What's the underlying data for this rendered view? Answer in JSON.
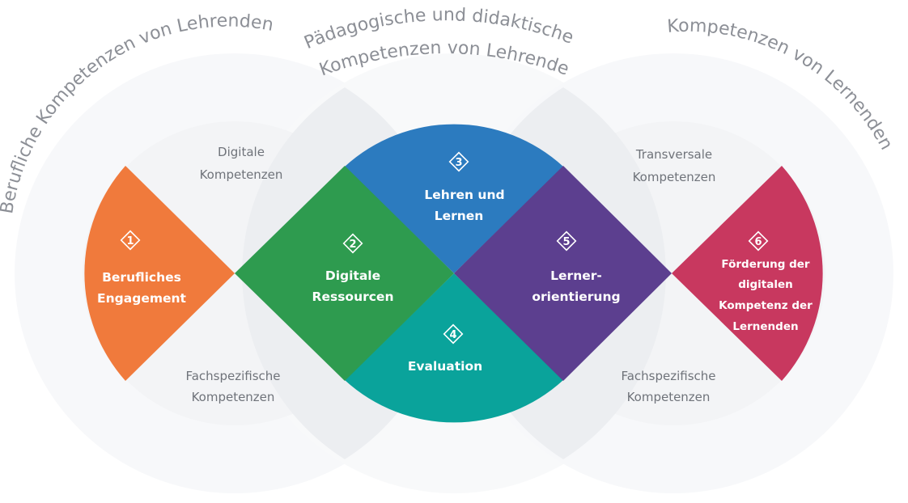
{
  "outer_labels": {
    "left": "Berufliche Kompetenzen von Lehrenden",
    "middle_line1": "Pädagogische und didaktische",
    "middle_line2": "Kompetenzen von Lehrenden",
    "right": "Kompetenzen von Lernenden"
  },
  "inner_labels": {
    "digital_line1": "Digitale",
    "digital_line2": "Kompetenzen",
    "subject_left_line1": "Fachspezifische",
    "subject_left_line2": "Kompetenzen",
    "transversal_line1": "Transversale",
    "transversal_line2": "Kompetenzen",
    "subject_right_line1": "Fachspezifische",
    "subject_right_line2": "Kompetenzen"
  },
  "areas": [
    {
      "number": "1",
      "line1": "Berufliches",
      "line2": "Engagement",
      "color": "#f07a3c"
    },
    {
      "number": "2",
      "line1": "Digitale",
      "line2": "Ressourcen",
      "color": "#2e9b4f"
    },
    {
      "number": "3",
      "line1": "Lehren und",
      "line2": "Lernen",
      "color": "#2c7bbf"
    },
    {
      "number": "4",
      "line1": "Evaluation",
      "color": "#0aa39b"
    },
    {
      "number": "5",
      "line1": "Lerner-",
      "line2": "orientierung",
      "color": "#5c3f8f"
    },
    {
      "number": "6",
      "line1": "Förderung der",
      "line2": "digitalen",
      "line3": "Kompetenz der",
      "line4": "Lernenden",
      "color": "#c8385f"
    }
  ],
  "colors": {
    "outer_circle": "#f7f8fa",
    "inner_circle": "#eef0f3",
    "overlap": "#e7e9ed",
    "label_text": "#8c8f96"
  }
}
